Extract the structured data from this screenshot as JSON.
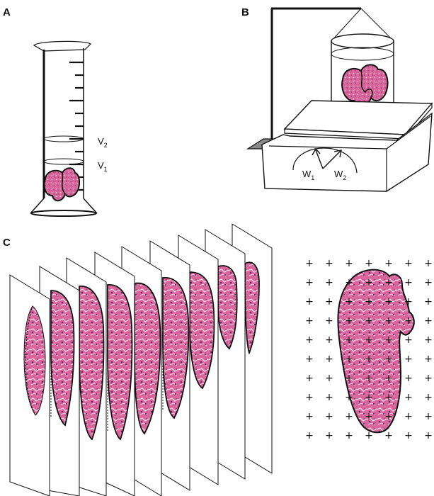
{
  "panels": {
    "a": {
      "letter": "A",
      "v1_base": "V",
      "v1_sub": "1",
      "v2_base": "V",
      "v2_sub": "2"
    },
    "b": {
      "letter": "B",
      "w1_base": "W",
      "w1_sub": "1",
      "w2_base": "W",
      "w2_sub": "2"
    },
    "c": {
      "letter": "C"
    }
  },
  "colors": {
    "tissue": "#d9669a",
    "tissue_light": "#f0b8d2",
    "nuclei": "#6b2a6e",
    "outline": "#111111",
    "scale_stand": "#888888"
  },
  "icons": {
    "cylinder": "graduated-cylinder-icon",
    "scale": "weighing-scale-icon",
    "grid_point": "plus-icon"
  },
  "point_grid": {
    "cols": 7,
    "rows": 10,
    "symbol": "+"
  },
  "section_count": 9
}
